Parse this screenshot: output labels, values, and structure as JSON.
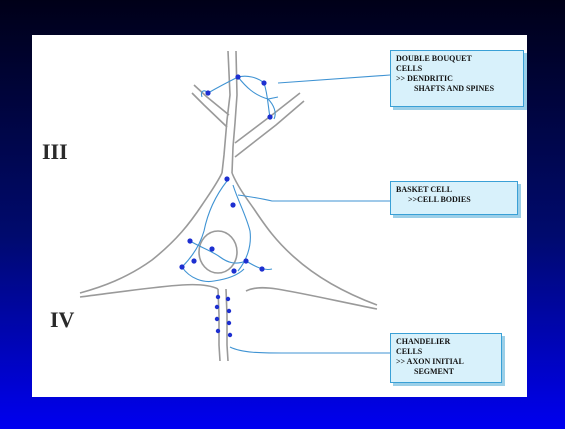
{
  "layers": {
    "iii": "III",
    "iv": "IV"
  },
  "callouts": {
    "double_bouquet": {
      "line1": "DOUBLE BOUQUET",
      "line2": "CELLS",
      "line3": ">>  DENDRITIC",
      "line4": "SHAFTS AND SPINES"
    },
    "basket": {
      "line1": "BASKET CELL",
      "line2": ">>CELL BODIES"
    },
    "chandelier": {
      "line1": "CHANDELIER",
      "line2": "CELLS",
      "line3": ">>  AXON INITIAL",
      "line4": "SEGMENT"
    }
  },
  "colors": {
    "background_top": "#000018",
    "background_bottom": "#0000f0",
    "neuron_outline": "#9a9a9a",
    "axon_line": "#3f93d3",
    "bouton_dot": "#1d2fd0",
    "callout_fill": "#d8f1fb"
  }
}
